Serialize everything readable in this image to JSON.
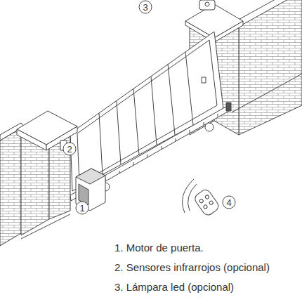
{
  "diagram": {
    "labels": [
      "3",
      "2",
      "1",
      "4",
      "1. Motor de puerta.",
      "2. Sensores infrarrojos (opcional)",
      "3. Lámpara led (opcional)"
    ]
  }
}
